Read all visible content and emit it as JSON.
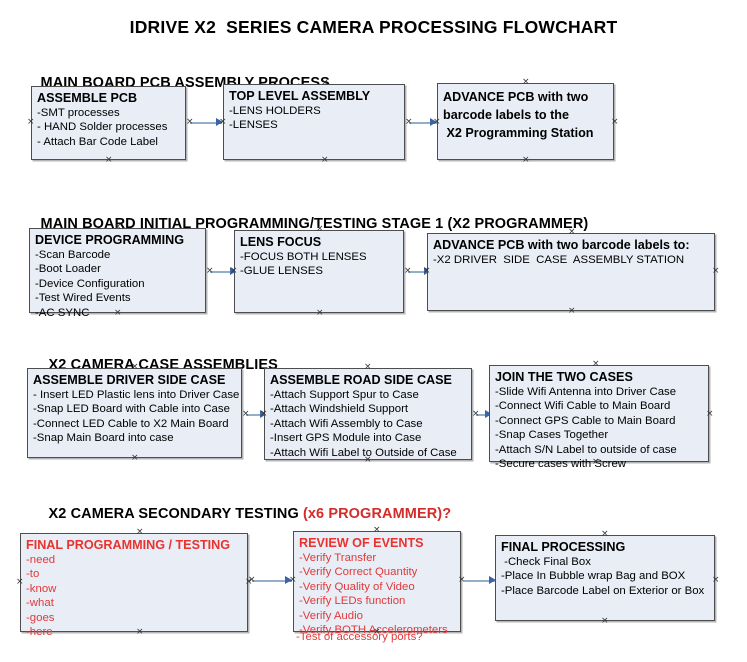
{
  "document": {
    "title": "IDRIVE X2  SERIES CAMERA PROCESSING FLOWCHART"
  },
  "colors": {
    "box_fill": "#e8edf6",
    "box_border": "#4d4d4d",
    "connector": "#93aecb",
    "arrowhead": "#3a63a8",
    "accent_red": "#e03a3a",
    "text": "#000000"
  },
  "sections": [
    {
      "id": "main-board-pcb-assembly",
      "title": "MAIN BOARD PCB ASSEMBLY PROCESS",
      "title_accent": "",
      "boxes": [
        {
          "id": "assemble-pcb",
          "header": "ASSEMBLE PCB",
          "lines": [
            "-SMT processes",
            "- HAND Solder processes",
            "- Attach Bar Code Label"
          ]
        },
        {
          "id": "top-level-assembly",
          "header": "TOP LEVEL ASSEMBLY",
          "lines": [
            "-LENS HOLDERS",
            "-LENSES"
          ]
        },
        {
          "id": "advance-pcb-programming-station",
          "header": "ADVANCE PCB with two\nbarcode labels to the\n X2 Programming Station",
          "lines": []
        }
      ]
    },
    {
      "id": "main-board-initial-programming",
      "title": "MAIN BOARD INITIAL PROGRAMMING/TESTING STAGE 1 (X2 PROGRAMMER)",
      "title_accent": "",
      "boxes": [
        {
          "id": "device-programming",
          "header": "DEVICE PROGRAMMING",
          "lines": [
            "-Scan Barcode",
            "-Boot Loader",
            "-Device Configuration",
            "-Test Wired Events",
            "-AC SYNC"
          ]
        },
        {
          "id": "lens-focus",
          "header": "LENS FOCUS",
          "lines": [
            "-FOCUS BOTH LENSES",
            "-GLUE LENSES"
          ]
        },
        {
          "id": "advance-pcb-driver-side-case",
          "header": "ADVANCE PCB with two barcode labels to:",
          "lines": [
            "-X2 DRIVER  SIDE  CASE  ASSEMBLY STATION"
          ]
        }
      ]
    },
    {
      "id": "x2-camera-case-assemblies",
      "title": "X2 CAMERA CASE ASSEMBLIES",
      "title_accent": "",
      "boxes": [
        {
          "id": "assemble-driver-side-case",
          "header": "ASSEMBLE DRIVER SIDE CASE",
          "lines": [
            "- Insert LED Plastic lens into Driver Case",
            "-Snap LED Board with Cable into Case",
            "-Connect LED Cable to X2 Main Board",
            "-Snap Main Board into case"
          ]
        },
        {
          "id": "assemble-road-side-case",
          "header": "ASSEMBLE ROAD SIDE CASE",
          "lines": [
            "-Attach Support Spur to Case",
            "-Attach Windshield Support",
            "-Attach Wifi Assembly to Case",
            "-Insert GPS Module into Case",
            "-Attach Wifi Label to Outside of Case"
          ]
        },
        {
          "id": "join-the-two-cases",
          "header": "JOIN THE TWO CASES",
          "lines": [
            "-Slide Wifi Antenna into Driver Case",
            "-Connect Wifi Cable to Main Board",
            "-Connect GPS Cable to Main Board",
            "-Snap Cases Together",
            "-Attach S/N Label to outside of case",
            "-Secure cases with Screw"
          ]
        }
      ]
    },
    {
      "id": "x2-camera-secondary-testing",
      "title": "X2 CAMERA SECONDARY TESTING ",
      "title_accent": "(x6 PROGRAMMER)?",
      "boxes": [
        {
          "id": "final-programming-testing",
          "header": "FINAL PROGRAMMING / TESTING",
          "lines": [
            "-need",
            "-to",
            "-know",
            "-what",
            "-goes",
            "-here"
          ]
        },
        {
          "id": "review-of-events",
          "header": "REVIEW OF EVENTS",
          "lines": [
            "-Verify Transfer",
            "-Verify Correct Quantity",
            "-Verify Quality of Video",
            "-Verify LEDs function",
            "-Verify Audio",
            "-Verify BOTH Accelerometers"
          ],
          "overflow_line": "-Test of accessory ports?"
        },
        {
          "id": "final-processing",
          "header": "FINAL PROCESSING",
          "lines": [
            " -Check Final Box",
            "-Place In Bubble wrap Bag and BOX",
            "-Place Barcode Label on Exterior or Box"
          ]
        }
      ]
    }
  ]
}
